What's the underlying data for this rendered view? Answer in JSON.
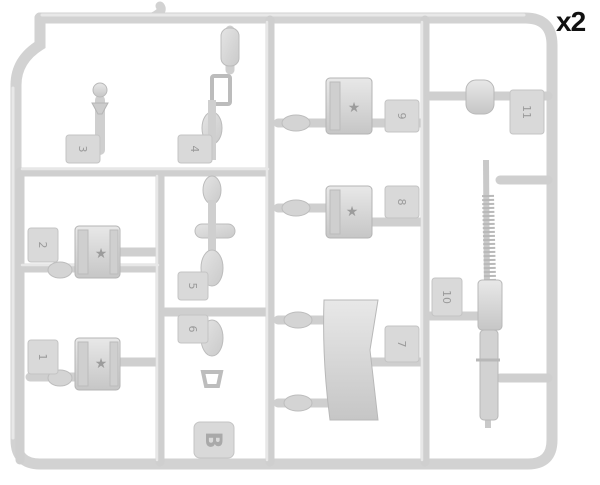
{
  "quantity_label": "x2",
  "sprue_letter": "B",
  "part_numbers": [
    "1",
    "2",
    "3",
    "4",
    "5",
    "6",
    "7",
    "8",
    "9",
    "10",
    "11"
  ],
  "colors": {
    "plastic": "#d6d6d6",
    "plastic_shade": "#bdbdbd",
    "plastic_highlight": "#e6e6e6",
    "tag_text": "#9a9a9a",
    "quantity_text": "#111111",
    "background": "#ffffff"
  }
}
